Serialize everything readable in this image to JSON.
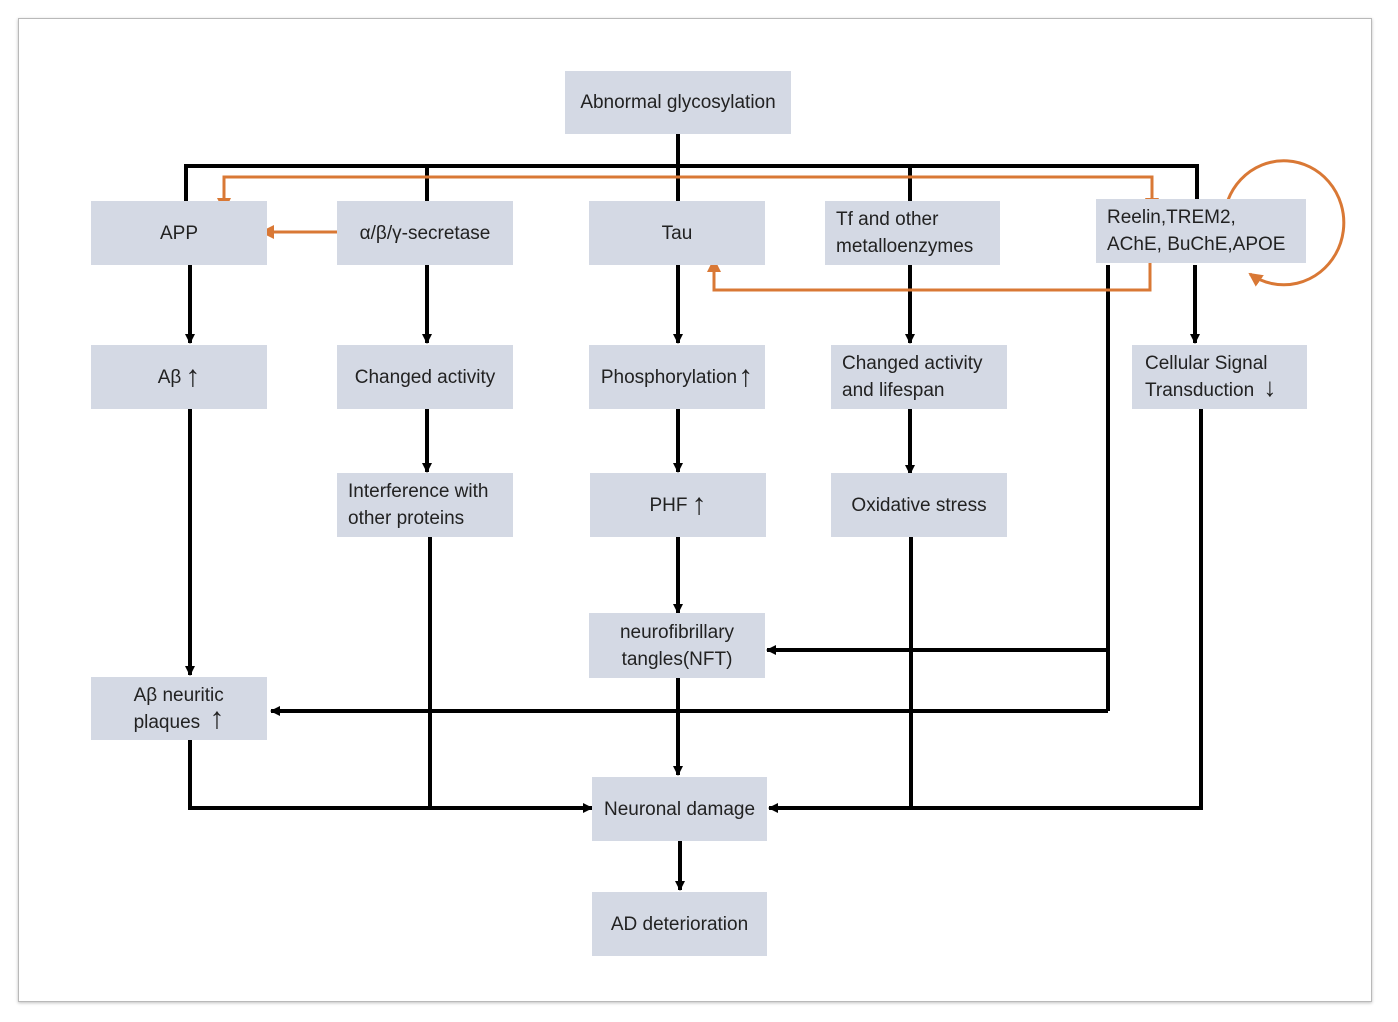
{
  "colors": {
    "box_fill": "#d4d9e4",
    "line": "#000000",
    "feedback": "#d97835",
    "text": "#222222"
  },
  "nodes": {
    "abnormal": "Abnormal glycosylation",
    "app": "APP",
    "secretase": "α/β/γ-secretase",
    "tau": "Tau",
    "tf_line1": "Tf and other",
    "tf_line2": "metalloenzymes",
    "reelin_line1": "Reelin,TREM2,",
    "reelin_line2": "AChE, BuChE,APOE",
    "abeta": "Aβ",
    "changed_activity": "Changed activity",
    "phosphorylation": "Phosphorylation",
    "changed_lifespan_line1": "Changed activity",
    "changed_lifespan_line2": "and lifespan",
    "cellular_line1": "Cellular Signal",
    "cellular_line2": "Transduction",
    "interference_line1": "Interference with",
    "interference_line2": "other proteins",
    "phf": "PHF",
    "oxidative": "Oxidative stress",
    "nft_line1": "neurofibrillary",
    "nft_line2": "tangles(NFT)",
    "plaques_line1": "Aβ neuritic",
    "plaques_line2": "plaques",
    "neuronal": "Neuronal damage",
    "ad": "AD deterioration"
  },
  "indicators": {
    "up": "↑",
    "down": "↓"
  }
}
